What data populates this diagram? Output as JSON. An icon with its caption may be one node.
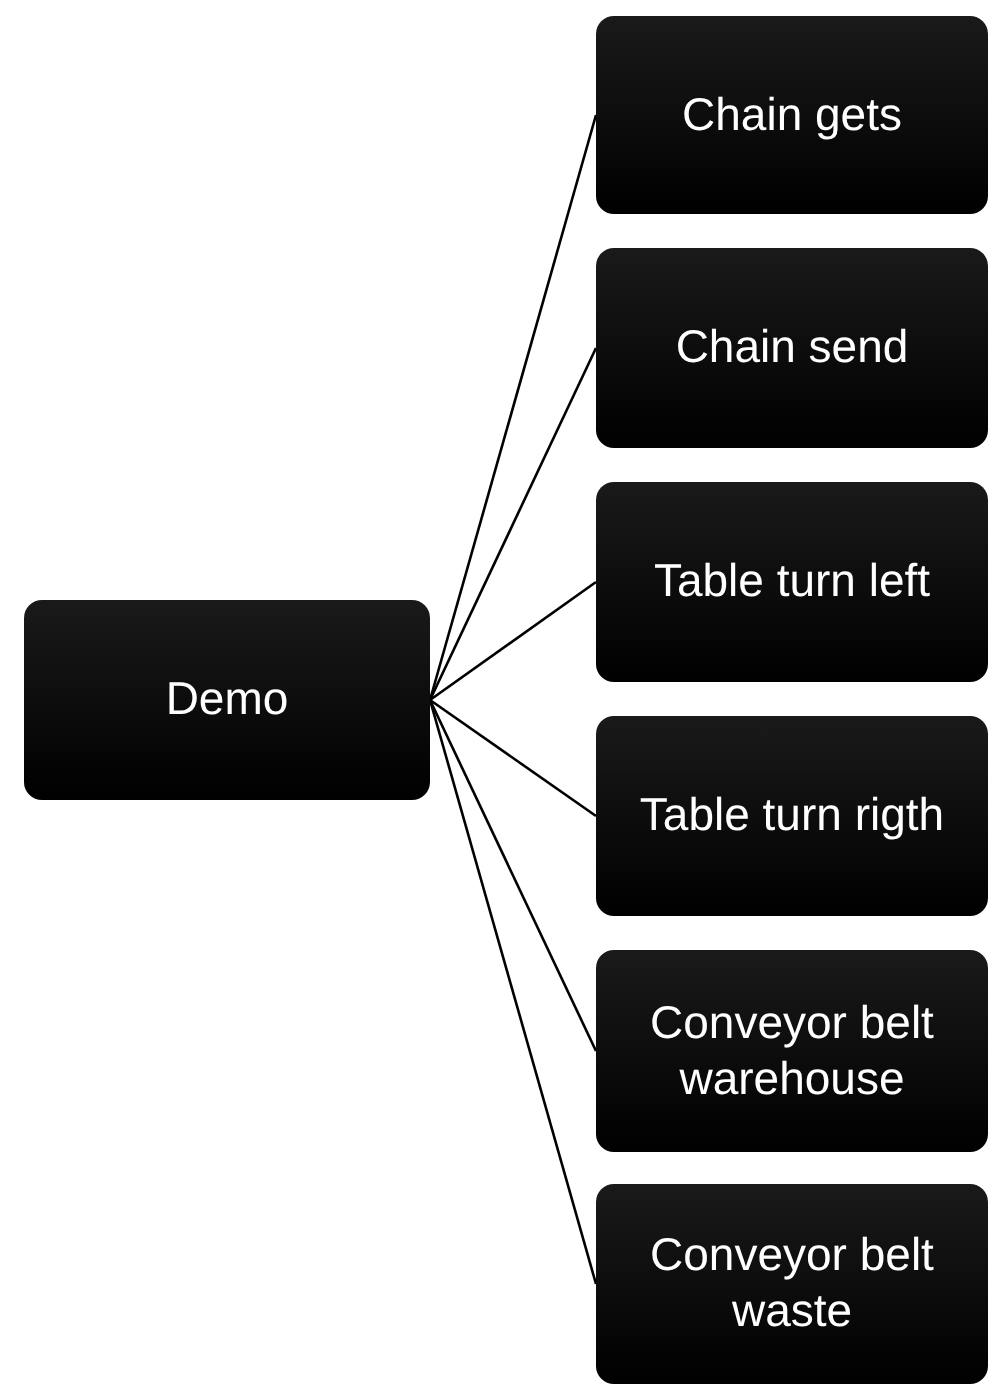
{
  "diagram": {
    "nodes": [
      {
        "text": [
          "Demo"
        ]
      },
      {
        "text": [
          "Chain gets"
        ]
      },
      {
        "text": [
          "Chain send"
        ]
      },
      {
        "text": [
          "Table turn left"
        ]
      },
      {
        "text": [
          "Table turn rigth"
        ]
      },
      {
        "text": [
          "Conveyor belt warehouse"
        ]
      },
      {
        "text": [
          "Conveyor belt waste"
        ]
      }
    ],
    "edges": [
      {
        "from": 0,
        "to": 1,
        "arrow": "none"
      },
      {
        "from": 0,
        "to": 2,
        "arrow": "none"
      },
      {
        "from": 0,
        "to": 3,
        "arrow": "none"
      },
      {
        "from": 0,
        "to": 4,
        "arrow": "none"
      },
      {
        "from": 0,
        "to": 5,
        "arrow": "none"
      },
      {
        "from": 0,
        "to": 6,
        "arrow": "none"
      }
    ]
  }
}
